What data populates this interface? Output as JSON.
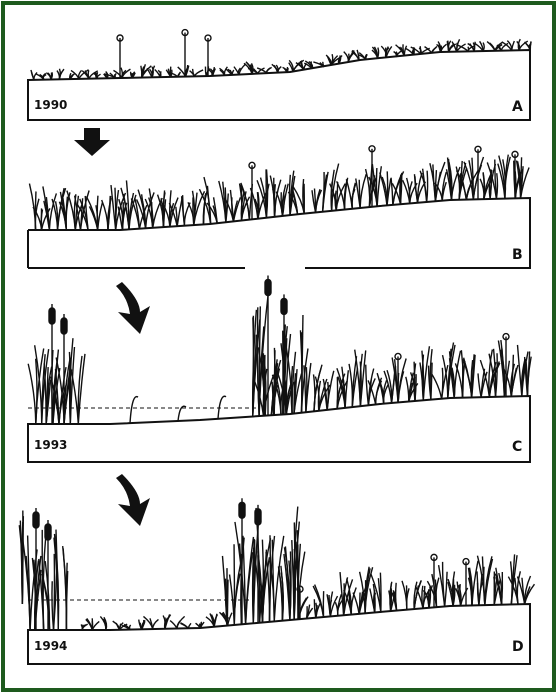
{
  "panels": [
    {
      "year": "1990",
      "letter": "A"
    },
    {
      "year": "",
      "letter": "B"
    },
    {
      "year": "1993",
      "letter": "C"
    },
    {
      "year": "1994",
      "letter": "D"
    }
  ],
  "colors": {
    "border": "#1e5a1e",
    "ink": "#111111",
    "paper": "#ffffff"
  }
}
